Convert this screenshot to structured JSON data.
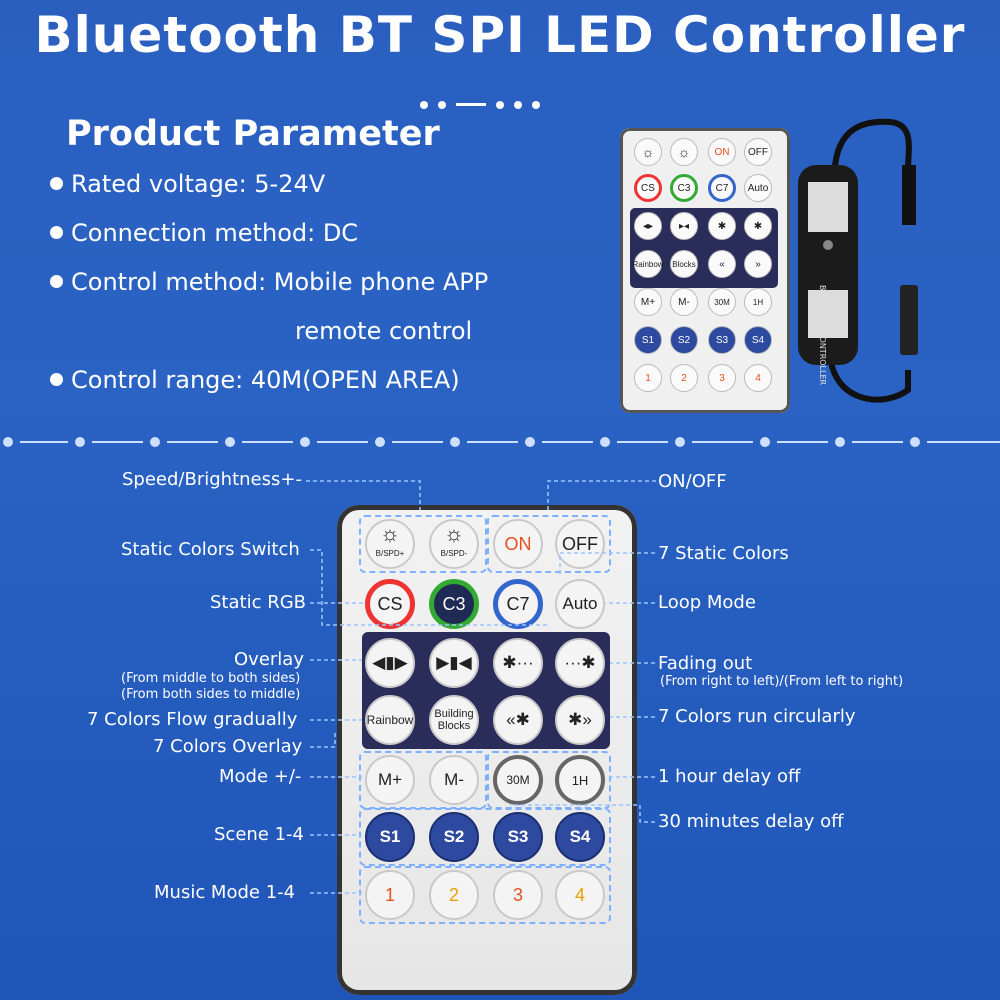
{
  "title": "Bluetooth BT SPI LED Controller",
  "product": {
    "heading": "Product Parameter",
    "params": [
      "Rated voltage: 5-24V",
      "Connection method: DC",
      "Control method: Mobile phone APP",
      "remote control",
      "Control range: 40M(OPEN AREA)"
    ]
  },
  "controller_label": "BT SPI LED CONTROLLER",
  "labels_left": {
    "speed": "Speed/Brightness+-",
    "static_switch": "Static Colors Switch",
    "static_rgb": "Static RGB",
    "overlay": "Overlay",
    "overlay_sub1": "(From middle to both sides)",
    "overlay_sub2": "(From both sides to middle)",
    "flow": "7 Colors Flow gradually",
    "overlay7": "7 Colors Overlay",
    "mode": "Mode +/-",
    "scene": "Scene 1-4",
    "music": "Music Mode 1-4"
  },
  "labels_right": {
    "onoff": "ON/OFF",
    "static7": "7 Static Colors",
    "loop": "Loop Mode",
    "fading": "Fading out",
    "fading_sub": "(From right to left)/(From left to right)",
    "run": "7 Colors run circularly",
    "hour": "1 hour delay off",
    "min30": "30 minutes delay off"
  },
  "remote": {
    "spd_plus": "B/SPD+",
    "spd_minus": "B/SPD-",
    "on": "ON",
    "off": "OFF",
    "cs": "CS",
    "c3": "C3",
    "c7": "C7",
    "auto": "Auto",
    "rainbow": "Rainbow",
    "building": "Building Blocks",
    "mplus": "M+",
    "mminus": "M-",
    "t30": "30M",
    "t1h": "1H",
    "s1": "S1",
    "s2": "S2",
    "s3": "S3",
    "s4": "S4",
    "m1": "1",
    "m2": "2",
    "m3": "3",
    "m4": "4"
  },
  "colors": {
    "background": "#2a5fc0",
    "on": "#e8501e",
    "accent_line": "#9cc4ff",
    "panel": "#2a2c5a",
    "scene": "#2e4aa0"
  }
}
